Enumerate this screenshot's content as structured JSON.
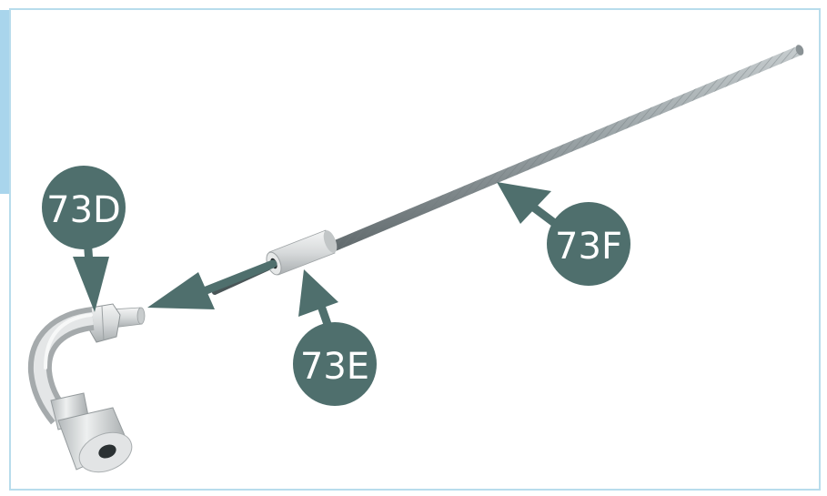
{
  "colors": {
    "frame_border": "#b8dcec",
    "side_tab": "#a9d5ec",
    "callout_fill": "#4f6f6d",
    "callout_text": "#ffffff",
    "cable": "#8f989a",
    "fitting": "#cfd2d3"
  },
  "callouts": {
    "elbow_fitting": "73D",
    "ferrule": "73E",
    "cable": "73F"
  },
  "icons": [
    "direction-arrow"
  ]
}
